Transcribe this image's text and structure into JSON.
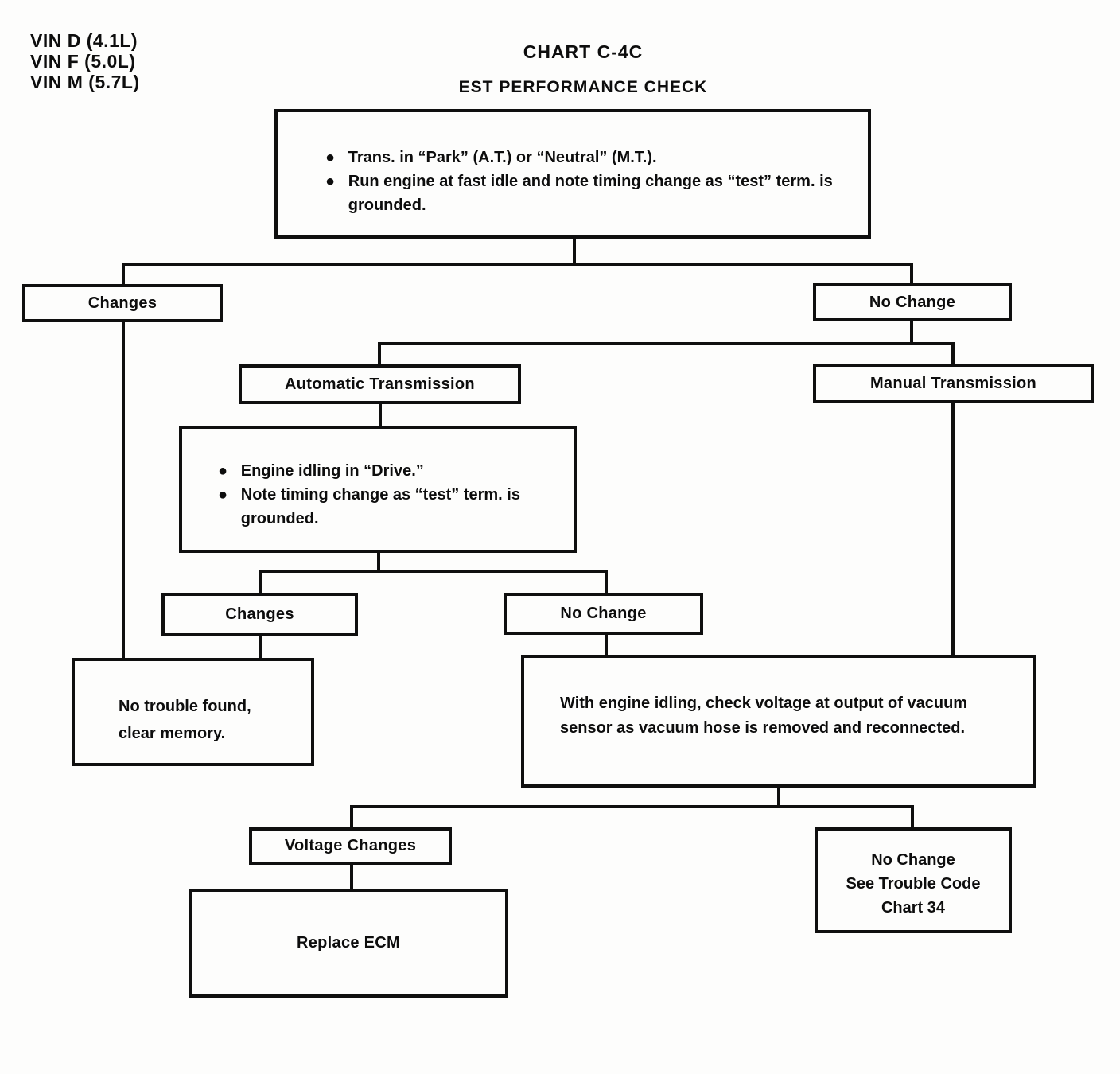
{
  "page": {
    "vin_labels": [
      "VIN D (4.1L)",
      "VIN F (5.0L)",
      "VIN M (5.7L)"
    ],
    "title": "CHART C-4C",
    "subtitle": "EST PERFORMANCE CHECK"
  },
  "flowchart": {
    "start": {
      "bullets": [
        "Trans. in “Park” (A.T.) or “Neutral” (M.T.).",
        "Run engine at fast idle and note timing change as “test” term. is grounded."
      ]
    },
    "changes_1": {
      "label": "Changes"
    },
    "no_change_1": {
      "label": "No Change"
    },
    "automatic_transmission": {
      "label": "Automatic Transmission"
    },
    "manual_transmission": {
      "label": "Manual Transmission"
    },
    "drive_check": {
      "bullets": [
        "Engine idling in “Drive.”",
        "Note timing change as “test” term. is grounded."
      ]
    },
    "changes_2": {
      "label": "Changes"
    },
    "no_change_2": {
      "label": "No Change"
    },
    "no_trouble": {
      "lines": [
        "No trouble found,",
        "clear memory."
      ]
    },
    "vacuum_check": {
      "text": "With engine idling, check voltage at output of vacuum sensor as vacuum hose is removed and reconnected."
    },
    "voltage_changes": {
      "label": "Voltage Changes"
    },
    "no_change_code": {
      "lines": [
        "No Change",
        "See Trouble Code",
        "Chart 34"
      ]
    },
    "replace_ecm": {
      "label": "Replace ECM"
    }
  }
}
